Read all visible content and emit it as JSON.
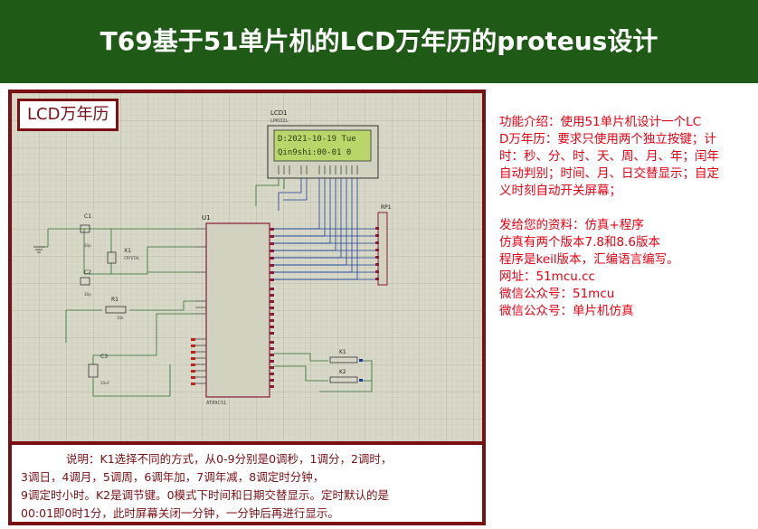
{
  "header": {
    "title": "T69基于51单片机的LCD万年历的proteus设计"
  },
  "schematic": {
    "label": "LCD万年历",
    "lcd": {
      "ref": "LCD1",
      "part": "LM032L",
      "line1": "D:2021-10-19 Tue",
      "line2": "Qin9shi:00-01  0"
    },
    "mcu": {
      "ref": "U1",
      "part": "AT89C51"
    },
    "crystal": {
      "ref": "X1",
      "part": "CRYSTAL"
    },
    "caps": [
      {
        "ref": "C1",
        "value": "30p"
      },
      {
        "ref": "C2",
        "value": "30p"
      },
      {
        "ref": "C3",
        "value": "10uF"
      }
    ],
    "resistor": {
      "ref": "R1",
      "value": "10k"
    },
    "respack": {
      "ref": "RP1"
    },
    "keys": [
      {
        "ref": "K1"
      },
      {
        "ref": "K2"
      }
    ]
  },
  "notes": {
    "lines": [
      "说明：K1选择不同的方式，从0-9分别是0调秒，1调分，2调时，",
      "3调日，4调月，5调周，6调年加，7调年减，8调定时分钟，",
      "9调定时小时。K2是调节键。0模式下时间和日期交替显示。定时默认的是",
      "00:01即0时1分，此时屏幕关闭一分钟，一分钟后再进行显示。"
    ]
  },
  "info": {
    "feature_lines": [
      "功能介绍：使用51单片机设计一个LC",
      "D万年历：要求只使用两个独立按键；计",
      "时：秒、分、时、天、周、月、年；闰年",
      "自动判别；时间、月、日交替显示；自定",
      "义时刻自动开关屏幕；"
    ],
    "resource_lines": [
      "发给您的资料：仿真+程序",
      "仿真有两个版本7.8和8.6版本",
      "程序是keil版本，汇编语言编写。",
      "网址：51mcu.cc",
      "微信公众号：51mcu",
      "微信公众号：单片机仿真"
    ]
  },
  "colors": {
    "header_bg": "#1f5a16",
    "frame": "#7a0f14",
    "info_text": "#e60012",
    "lcd_bg": "#b8d66a"
  }
}
